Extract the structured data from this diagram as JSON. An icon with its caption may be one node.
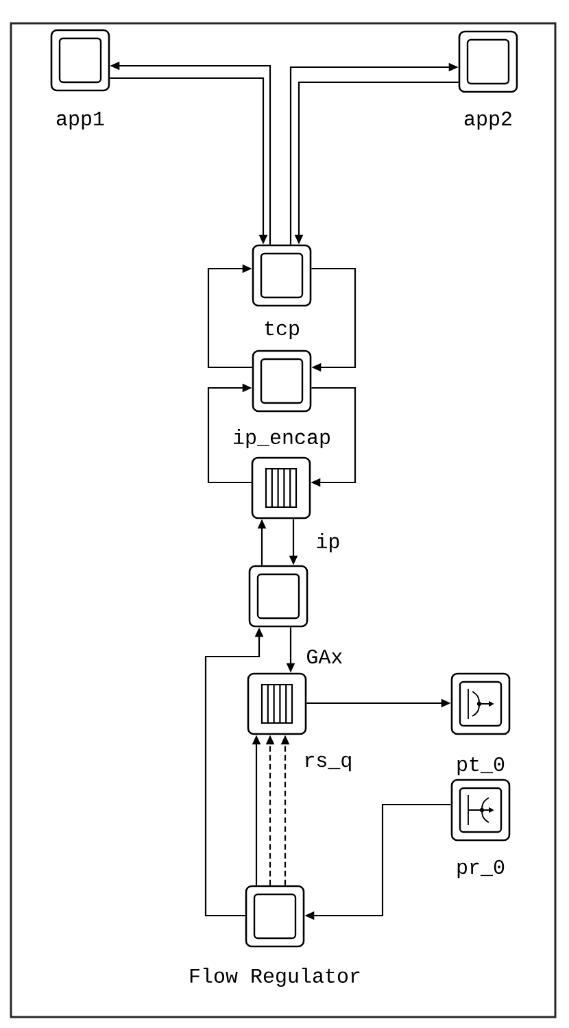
{
  "diagram": {
    "nodes": [
      {
        "text": [
          "app1"
        ]
      },
      {
        "text": [
          "app2"
        ]
      },
      {
        "text": [
          "tcp"
        ]
      },
      {
        "text": [
          "ip_encap"
        ]
      },
      {
        "text": [
          "ip"
        ]
      },
      {
        "text": [
          "GAx"
        ]
      },
      {
        "text": [
          "rs_q"
        ]
      },
      {
        "text": [
          "pt_0"
        ]
      },
      {
        "text": [
          "pr_0"
        ]
      },
      {
        "text": [
          "Flow Regulator"
        ]
      }
    ],
    "edges": [
      {
        "from": 0,
        "to": 2,
        "arrow": "to"
      },
      {
        "from": 2,
        "to": 0,
        "arrow": "to"
      },
      {
        "from": 2,
        "to": 1,
        "arrow": "to"
      },
      {
        "from": 1,
        "to": 2,
        "arrow": "to"
      },
      {
        "from": 2,
        "to": 3,
        "arrow": "to"
      },
      {
        "from": 3,
        "to": 2,
        "arrow": "to"
      },
      {
        "from": 3,
        "to": 4,
        "arrow": "to"
      },
      {
        "from": 4,
        "to": 3,
        "arrow": "to"
      },
      {
        "from": 5,
        "to": 4,
        "arrow": "to"
      },
      {
        "from": 4,
        "to": 5,
        "arrow": "to"
      },
      {
        "from": 5,
        "to": 6,
        "arrow": "to"
      },
      {
        "from": 9,
        "to": 5,
        "arrow": "to"
      },
      {
        "from": 9,
        "to": 6,
        "arrow": "to"
      },
      {
        "from": 9,
        "to": 6,
        "arrow": "to",
        "style": "dashed"
      },
      {
        "from": 9,
        "to": 6,
        "arrow": "to",
        "style": "dashed"
      },
      {
        "from": 6,
        "to": 7,
        "arrow": "to"
      },
      {
        "from": 8,
        "to": 9,
        "arrow": "to"
      }
    ]
  }
}
